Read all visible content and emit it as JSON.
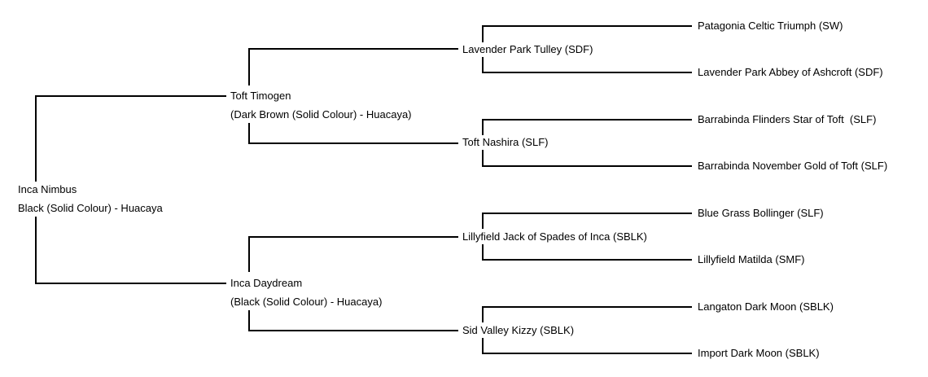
{
  "chart": {
    "type": "pedigree-tree",
    "generations": 4
  },
  "colors": {
    "background": "#ffffff",
    "line": "#000000",
    "text": "#000000"
  },
  "pedigree": {
    "subject": {
      "name": "Inca Nimbus",
      "detail": "Black (Solid Colour) - Huacaya"
    },
    "parents": [
      {
        "name": "Toft Timogen",
        "detail": "(Dark Brown (Solid Colour) - Huacaya)"
      },
      {
        "name": "Inca Daydream",
        "detail": "(Black (Solid Colour) - Huacaya)"
      }
    ],
    "grandparents": [
      {
        "name": "Lavender Park Tulley (SDF)"
      },
      {
        "name": "Toft Nashira (SLF)"
      },
      {
        "name": "Lillyfield Jack of Spades of Inca (SBLK)"
      },
      {
        "name": "Sid Valley Kizzy (SBLK)"
      }
    ],
    "great_grandparents": [
      {
        "name": "Patagonia Celtic Triumph (SW)"
      },
      {
        "name": "Lavender Park Abbey of Ashcroft (SDF)"
      },
      {
        "name": "Barrabinda Flinders Star of Toft  (SLF)"
      },
      {
        "name": "Barrabinda November Gold of Toft (SLF)"
      },
      {
        "name": "Blue Grass Bollinger (SLF)"
      },
      {
        "name": "Lillyfield Matilda (SMF)"
      },
      {
        "name": "Langaton Dark Moon (SBLK)"
      },
      {
        "name": "Import Dark Moon (SBLK)"
      }
    ]
  }
}
